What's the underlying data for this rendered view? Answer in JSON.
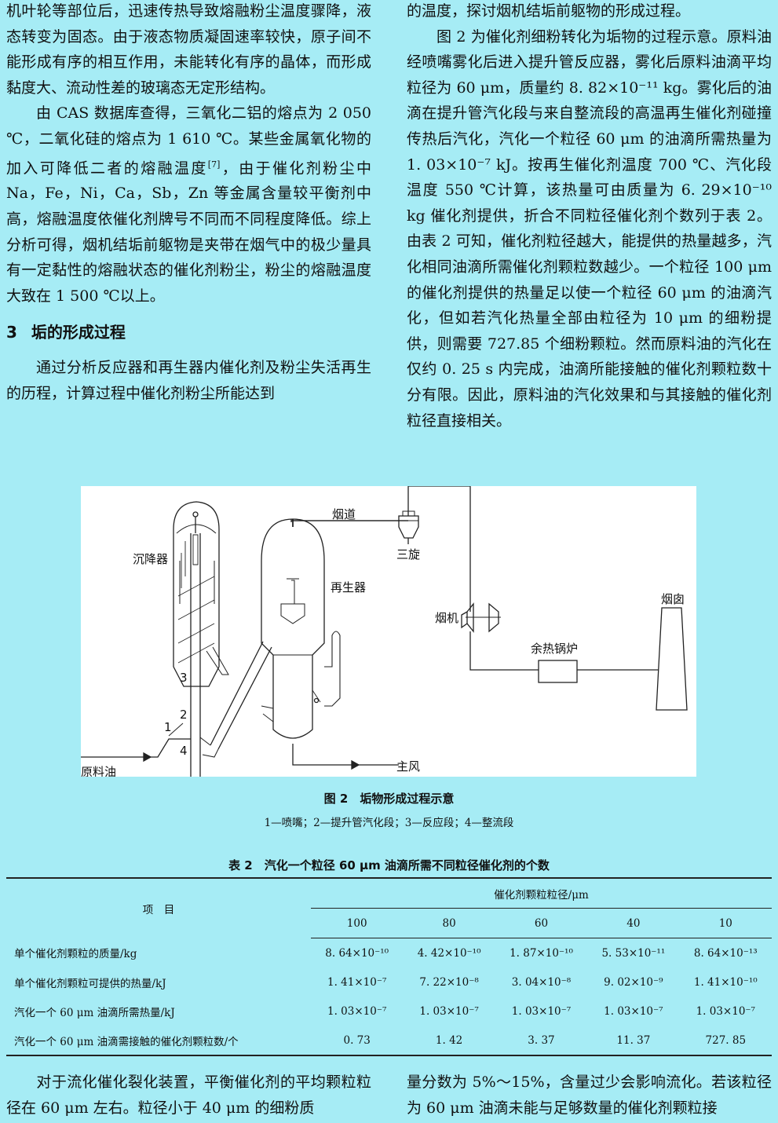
{
  "left_column": {
    "p1": "机叶轮等部位后，迅速传热导致熔融粉尘温度骤降，液态转变为固态。由于液态物质凝固速率较快，原子间不能形成有序的相互作用，未能转化有序的晶体，而形成黏度大、流动性差的玻璃态无定形结构。",
    "p2a": "由 CAS 数据库查得，三氧化二铝的熔点为 2 050 ℃，二氧化硅的熔点为 1 610 ℃。某些金属氧化物的加入可降低二者的熔融温度",
    "p2_ref": "[7]",
    "p2b": "，由于催化剂粉尘中 Na，Fe，Ni，Ca，Sb，Zn 等金属含量较平衡剂中高，熔融温度依催化剂牌号不同而不同程度降低。综上分析可得，烟机结垢前躯物是夹带在烟气中的极少量具有一定黏性的熔融状态的催化剂粉尘，粉尘的熔融温度大致在 1 500 ℃以上。",
    "heading_num": "3",
    "heading_text": "垢的形成过程",
    "p3": "通过分析反应器和再生器内催化剂及粉尘失活再生的历程，计算过程中催化剂粉尘所能达到"
  },
  "right_column": {
    "p1": "的温度，探讨烟机结垢前躯物的形成过程。",
    "p2": "图 2 为催化剂细粉转化为垢物的过程示意。原料油经喷嘴雾化后进入提升管反应器，雾化后原料油滴平均粒径为 60 μm，质量约 8. 82×10⁻¹¹ kg。雾化后的油滴在提升管汽化段与来自整流段的高温再生催化剂碰撞传热后汽化，汽化一个粒径 60 μm 的油滴所需热量为 1. 03×10⁻⁷ kJ。按再生催化剂温度 700 ℃、汽化段温度 550 ℃计算，该热量可由质量为 6. 29×10⁻¹⁰ kg 催化剂提供，折合不同粒径催化剂个数列于表 2。由表 2 可知，催化剂粒径越大，能提供的热量越多，汽化相同油滴所需催化剂颗粒数越少。一个粒径 100 μm 的催化剂提供的热量足以使一个粒径 60 μm 的油滴汽化，但如若汽化热量全部由粒径为 10 μm 的细粉提供，则需要 727.85 个细粉颗粒。然而原料油的汽化在仅约 0. 25 s 内完成，油滴所能接触的催化剂颗粒数十分有限。因此，原料油的汽化效果和与其接触的催化剂粒径直接相关。"
  },
  "figure": {
    "labels": {
      "settler": "沉降器",
      "flue": "烟道",
      "cyclone": "三旋",
      "regenerator": "再生器",
      "expander": "烟机",
      "chimney": "烟囱",
      "boiler": "余热锅炉",
      "main_air": "主风",
      "feed_oil": "原料油",
      "n1": "1",
      "n2": "2",
      "n3": "3",
      "n4": "4"
    },
    "caption": "图 2　垢物形成过程示意",
    "legend": "1—喷嘴；2—提升管汽化段；3—反应段；4—整流段"
  },
  "table": {
    "title": "表 2　汽化一个粒径 60 μm 油滴所需不同粒径催化剂的个数",
    "item_header": "项　目",
    "group_header": "催化剂颗粒粒径/μm",
    "sizes": [
      "100",
      "80",
      "60",
      "40",
      "10"
    ],
    "rows": [
      {
        "label": "单个催化剂颗粒的质量/kg",
        "values": [
          "8. 64×10⁻¹⁰",
          "4. 42×10⁻¹⁰",
          "1. 87×10⁻¹⁰",
          "5. 53×10⁻¹¹",
          "8. 64×10⁻¹³"
        ]
      },
      {
        "label": "单个催化剂颗粒可提供的热量/kJ",
        "values": [
          "1. 41×10⁻⁷",
          "7. 22×10⁻⁸",
          "3. 04×10⁻⁸",
          "9. 02×10⁻⁹",
          "1. 41×10⁻¹⁰"
        ]
      },
      {
        "label": "汽化一个 60 μm 油滴所需热量/kJ",
        "values": [
          "1. 03×10⁻⁷",
          "1. 03×10⁻⁷",
          "1. 03×10⁻⁷",
          "1. 03×10⁻⁷",
          "1. 03×10⁻⁷"
        ]
      },
      {
        "label": "汽化一个 60 μm 油滴需接触的催化剂颗粒数/个",
        "values": [
          "0. 73",
          "1. 42",
          "3. 37",
          "11. 37",
          "727. 85"
        ]
      }
    ]
  },
  "bottom": {
    "left": "对于流化催化裂化装置，平衡催化剂的平均颗粒粒径在 60 μm 左右。粒径小于 40 μm 的细粉质",
    "right": "量分数为 5%～15%，含量过少会影响流化。若该粒径为 60 μm 油滴未能与足够数量的催化剂颗粒接"
  }
}
